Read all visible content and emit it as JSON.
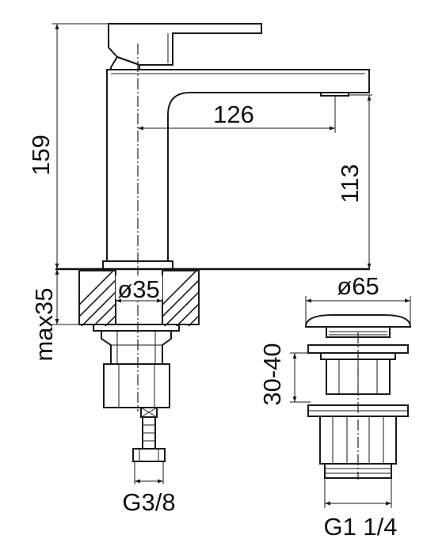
{
  "faucet": {
    "height_dim": "159",
    "reach_dim": "126",
    "spout_height_dim": "113",
    "hole_diameter_dim": "ø35",
    "max_thickness_dim": "max35",
    "connection_thread": "G3/8"
  },
  "drain": {
    "cap_diameter_dim": "ø65",
    "adjust_range_dim": "30-40",
    "thread": "G1 1/4"
  }
}
